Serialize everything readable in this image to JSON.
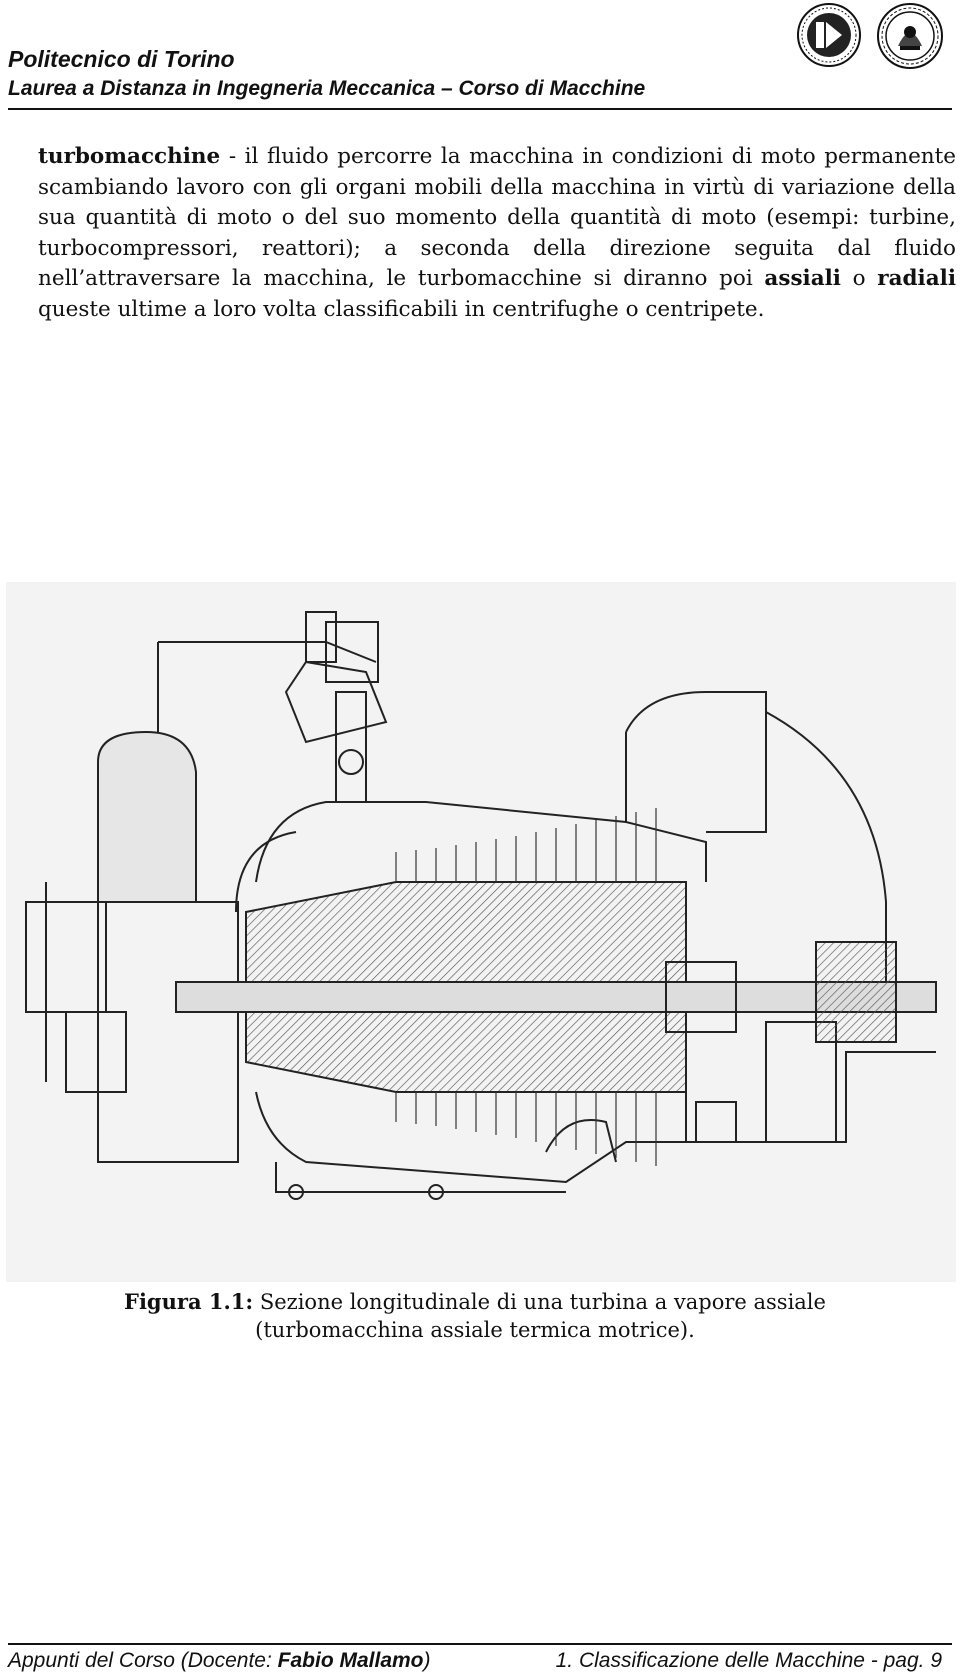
{
  "header": {
    "institution": "Politecnico di Torino",
    "course": "Laurea a Distanza in Ingegneria Meccanica – Corso di Macchine"
  },
  "logos": {
    "left_logo_text": "DIPARTIMENTO DI ENERGETICA POLITECNICO DI TORINO",
    "right_logo_text": "POLITECNICO DI TORINO"
  },
  "body": {
    "term": "turbomacchine",
    "part1": " - il fluido percorre la macchina in condizioni di moto permanente scambiando lavoro con gli organi mobili della macchina in virtù di variazione della sua quantità di moto o del suo momento della quantità di moto (esempi: turbine, turbocompressori, reattori); a seconda della direzione seguita dal fluido nell’attraversare la macchina, le turbomacchine si diranno poi ",
    "term_assiali": "assiali",
    "part2": " o ",
    "term_radiali": "radiali",
    "part3": " queste ultime a loro volta classificabili in centrifughe o centripete."
  },
  "figure": {
    "caption_label": "Figura 1.1:",
    "caption_text": " Sezione longitudinale di una turbina a vapore assiale",
    "caption_line2": "(turbomacchina assiale termica motrice)."
  },
  "footer": {
    "left_prefix": "Appunti del Corso (Docente: ",
    "author": "Fabio Mallamo",
    "left_suffix": ")",
    "right": "1. Classificazione delle Macchine - pag. 9"
  }
}
